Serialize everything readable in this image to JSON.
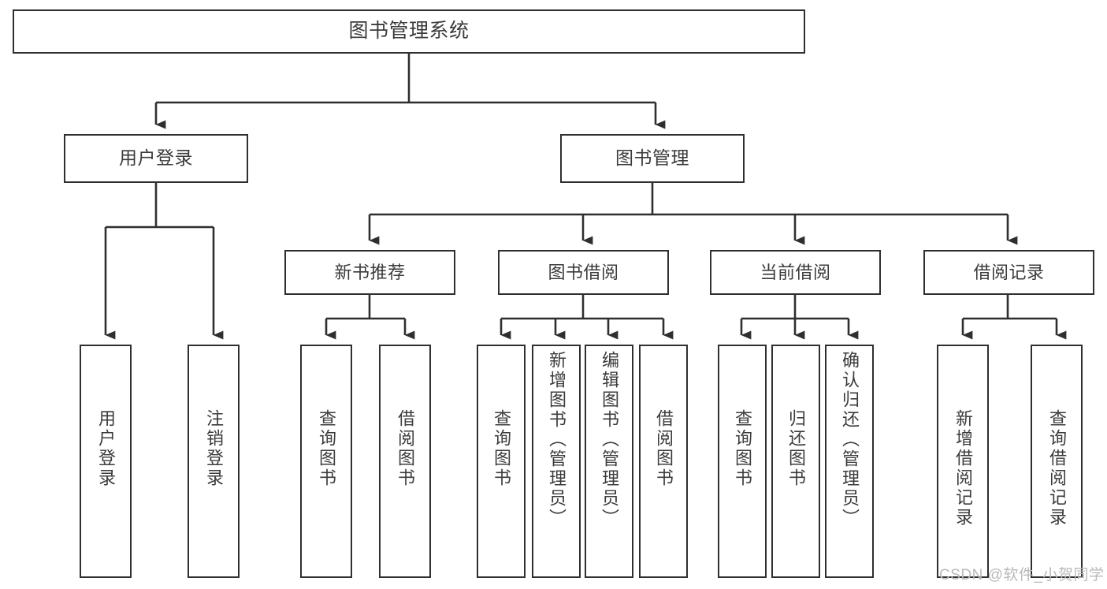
{
  "diagram": {
    "title": "图书管理系统",
    "type": "hierarchy-tree",
    "root": {
      "label": "图书管理系统"
    },
    "level1": [
      {
        "label": "用户登录"
      },
      {
        "label": "图书管理"
      }
    ],
    "level2": [
      {
        "label": "新书推荐"
      },
      {
        "label": "图书借阅"
      },
      {
        "label": "当前借阅"
      },
      {
        "label": "借阅记录"
      }
    ],
    "leaves": {
      "user_login": [
        {
          "label": "用户登录"
        },
        {
          "label": "注销登录"
        }
      ],
      "new_book_recommend": [
        {
          "label": "查询图书"
        },
        {
          "label": "借阅图书"
        }
      ],
      "book_borrow": [
        {
          "label": "查询图书"
        },
        {
          "label": "新增图书（管理员）"
        },
        {
          "label": "编辑图书（管理员）"
        },
        {
          "label": "借阅图书"
        }
      ],
      "current_borrow": [
        {
          "label": "查询图书"
        },
        {
          "label": "归还图书"
        },
        {
          "label": "确认归还（管理员）"
        }
      ],
      "borrow_record": [
        {
          "label": "新增借阅记录"
        },
        {
          "label": "查询借阅记录"
        }
      ]
    }
  },
  "watermark": {
    "text": "CSDN @软件_小贺同学"
  },
  "colors": {
    "box_border": "#2f2f2f",
    "box_fill": "#ffffff",
    "text": "#3b3b3b",
    "connector": "#2f2f2f",
    "watermark": "#b9b9b9",
    "background": "#ffffff"
  }
}
